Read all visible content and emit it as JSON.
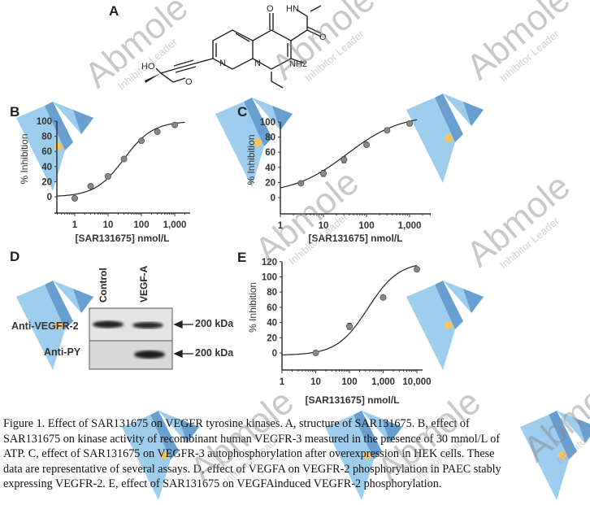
{
  "panels": {
    "a": "A",
    "b": "B",
    "c": "C",
    "d": "D",
    "e": "E"
  },
  "structure": {
    "atoms": {
      "o_keto": "O",
      "hn": "HN",
      "o_amide": "O",
      "n_ring": "N",
      "n_ring2": "N",
      "nh2": "NH2",
      "ho": "HO",
      "o_ether": "O"
    }
  },
  "watermark": {
    "brand": "Abmole",
    "tagline": "Inhibitor Leader"
  },
  "colors": {
    "point": "#888888",
    "curve": "#222222",
    "logo_light": "#8cc5ea",
    "logo_dark": "#4f8fc8",
    "logo_dot": "#f5b942"
  },
  "chart_data": [
    {
      "id": "B",
      "type": "scatter",
      "xscale": "log",
      "xlabel": "[SAR131675] nmol/L",
      "ylabel": "% Inhibition",
      "xticks": [
        "1",
        "10",
        "100",
        "1,000"
      ],
      "xtick_values": [
        1,
        10,
        100,
        1000
      ],
      "yticks": [
        "0",
        "20",
        "40",
        "60",
        "80",
        "100"
      ],
      "ylim": [
        -20,
        100
      ],
      "xlim": [
        0.3,
        2000
      ],
      "points": [
        [
          1,
          -2
        ],
        [
          3,
          14
        ],
        [
          10,
          27
        ],
        [
          30,
          50
        ],
        [
          100,
          74
        ],
        [
          300,
          86
        ],
        [
          1000,
          95
        ]
      ],
      "fit": {
        "bottom": 0,
        "top": 100,
        "ic50": 30,
        "hill": 1
      }
    },
    {
      "id": "C",
      "type": "scatter",
      "xscale": "log",
      "xlabel": "[SAR131675] nmol/L",
      "ylabel": "% Inhibition",
      "xticks": [
        "1",
        "10",
        "100",
        "1,000"
      ],
      "xtick_values": [
        1,
        10,
        100,
        1000
      ],
      "yticks": [
        "0",
        "20",
        "40",
        "60",
        "80",
        "100"
      ],
      "ylim": [
        -20,
        100
      ],
      "xlim": [
        1,
        1500
      ],
      "points": [
        [
          3,
          19
        ],
        [
          10,
          32
        ],
        [
          30,
          50
        ],
        [
          100,
          70
        ],
        [
          300,
          89
        ],
        [
          1000,
          98
        ]
      ],
      "errors": [
        1,
        4,
        4,
        2,
        3,
        2
      ],
      "fit": {
        "bottom": 5,
        "top": 110,
        "ic50": 35,
        "hill": 0.7
      }
    },
    {
      "id": "E",
      "type": "scatter",
      "xscale": "log",
      "xlabel": "[SAR131675] nmol/L",
      "ylabel": "% Inhibition",
      "xticks": [
        "1",
        "10",
        "100",
        "1,000",
        "10,000"
      ],
      "xtick_values": [
        1,
        10,
        100,
        1000,
        10000
      ],
      "yticks": [
        "0",
        "20",
        "40",
        "60",
        "80",
        "100",
        "120"
      ],
      "ylim": [
        -20,
        120
      ],
      "xlim": [
        1,
        10000
      ],
      "points": [
        [
          10,
          0
        ],
        [
          100,
          35
        ],
        [
          1000,
          73
        ],
        [
          10000,
          110
        ]
      ],
      "errors": [
        0,
        4,
        0,
        0
      ],
      "fit": {
        "bottom": -3,
        "top": 120,
        "ic50": 350,
        "hill": 0.95
      }
    }
  ],
  "blot": {
    "lanes": [
      "Control",
      "VEGF-A"
    ],
    "rows": [
      "Anti-VEGFR-2",
      "Anti-PY"
    ],
    "markers": [
      "200 kDa",
      "200 kDa"
    ]
  },
  "caption": [
    "Figure 1. Effect of SAR131675 on VEGFR tyrosine kinases. A, structure of SAR131675. B, effect of",
    "SAR131675 on kinase activity of recombinant human VEGFR-3 measured in the presence of 30 mmol/L of",
    "ATP. C, effect of SAR131675 on VEGFR-3 autophosphorylation after overexpression in HEK cells. These",
    "data are representative of several assays. D, effect of VEGFA on VEGFR-2 phosphorylation in PAEC stably",
    "expressing VEGFR-2. E, effect of SAR131675 on VEGFAinduced VEGFR-2 phosphorylation."
  ]
}
